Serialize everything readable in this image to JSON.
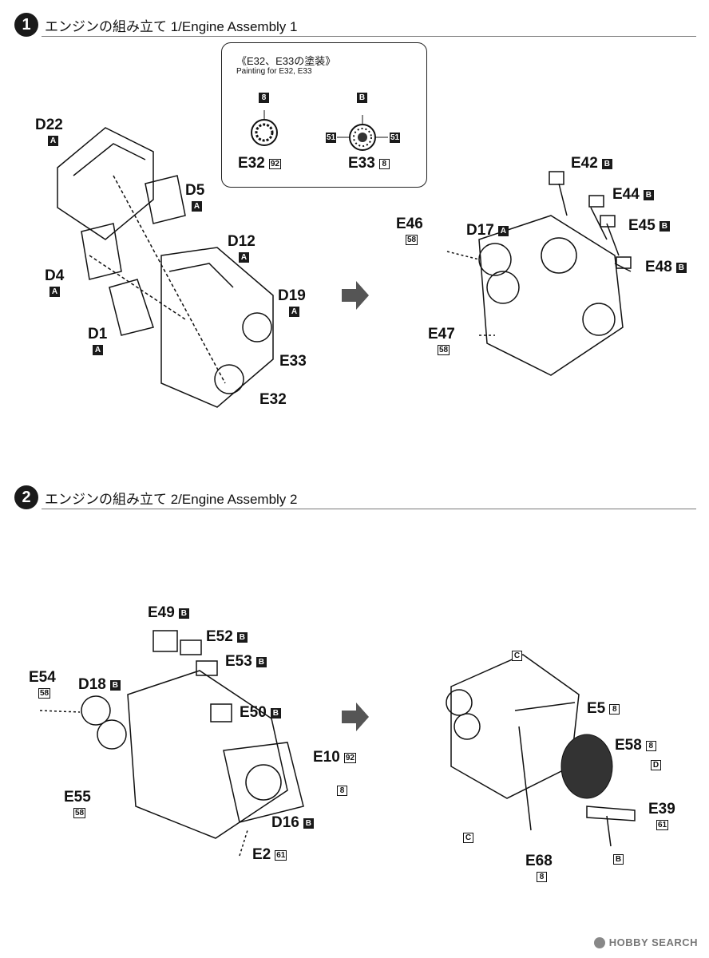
{
  "steps": [
    {
      "number": "1",
      "title": "エンジンの組み立て 1/Engine Assembly 1"
    },
    {
      "number": "2",
      "title": "エンジンの組み立て 2/Engine Assembly 2"
    }
  ],
  "inset": {
    "title_jp": "《E32、E33の塗装》",
    "title_en": "Painting for E32, E33",
    "left_color": "8",
    "right_color_top": "B",
    "right_color_left": "51",
    "right_color_right": "51",
    "e32_label": "E32",
    "e32_color": "92",
    "e33_label": "E33",
    "e33_color": "8"
  },
  "step1_parts": {
    "d22": {
      "label": "D22",
      "runner": "A"
    },
    "d5": {
      "label": "D5",
      "runner": "A"
    },
    "d12": {
      "label": "D12",
      "runner": "A"
    },
    "d4": {
      "label": "D4",
      "runner": "A"
    },
    "d19": {
      "label": "D19",
      "runner": "A"
    },
    "d1": {
      "label": "D1",
      "runner": "A"
    },
    "e33": {
      "label": "E33"
    },
    "e32": {
      "label": "E32"
    },
    "e42": {
      "label": "E42",
      "runner": "B"
    },
    "e44": {
      "label": "E44",
      "runner": "B"
    },
    "e46": {
      "label": "E46",
      "color": "58"
    },
    "d17": {
      "label": "D17",
      "runner": "A"
    },
    "e45": {
      "label": "E45",
      "runner": "B"
    },
    "e48": {
      "label": "E48",
      "runner": "B"
    },
    "e47": {
      "label": "E47",
      "color": "58"
    }
  },
  "step2_parts": {
    "e49": {
      "label": "E49",
      "runner": "B"
    },
    "e52": {
      "label": "E52",
      "runner": "B"
    },
    "e53": {
      "label": "E53",
      "runner": "B"
    },
    "e54": {
      "label": "E54",
      "color": "58"
    },
    "d18": {
      "label": "D18",
      "runner": "B"
    },
    "e50": {
      "label": "E50",
      "runner": "B"
    },
    "e10": {
      "label": "E10",
      "color": "92"
    },
    "e10_paint": "8",
    "e55": {
      "label": "E55",
      "color": "58"
    },
    "d16": {
      "label": "D16",
      "runner": "B"
    },
    "e2": {
      "label": "E2",
      "color": "61"
    },
    "c_top": "C",
    "e5": {
      "label": "E5",
      "color": "8"
    },
    "e58": {
      "label": "E58",
      "color": "8"
    },
    "e58_paint": "D",
    "e39": {
      "label": "E39",
      "color": "61"
    },
    "c_bottom": "C",
    "e68": {
      "label": "E68",
      "color": "8"
    },
    "e39_paint": "B"
  },
  "watermark": "HOBBY SEARCH"
}
